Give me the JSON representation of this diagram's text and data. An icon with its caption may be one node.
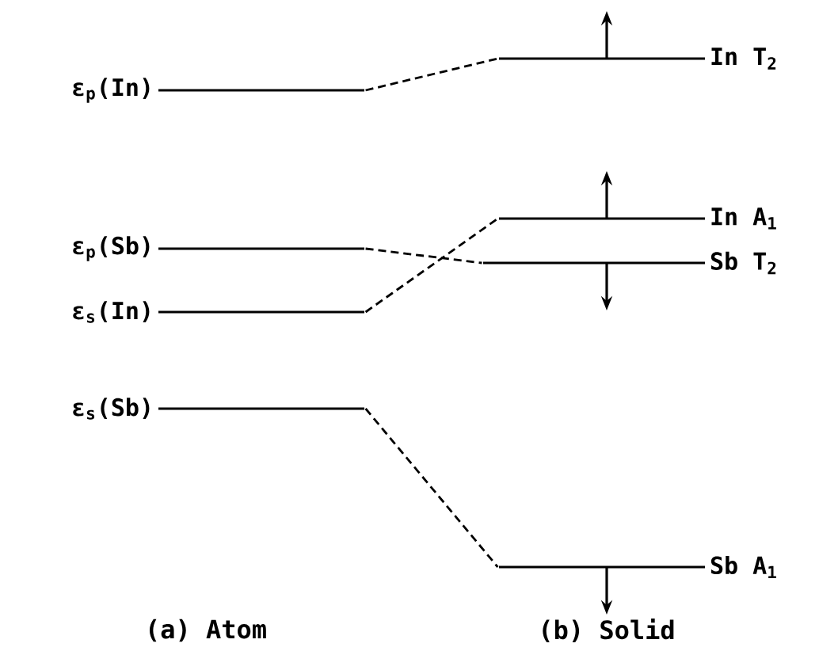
{
  "diagram": {
    "nodes": [
      {
        "text": [
          "ε$_{p}$(In)"
        ]
      },
      {
        "text": [
          "ε$_{p}$(Sb)"
        ]
      },
      {
        "text": [
          "ε$_{s}$(In)"
        ]
      },
      {
        "text": [
          "ε$_{s}$(Sb)"
        ]
      },
      {
        "text": [
          "In T$_{2}$"
        ]
      },
      {
        "text": [
          "In A$_{1}$"
        ]
      },
      {
        "text": [
          "Sb T$_{2}$"
        ]
      },
      {
        "text": [
          "Sb A$_{1}$"
        ]
      }
    ],
    "edges": [
      {
        "from": 0,
        "to": 4,
        "arrow": "none",
        "style": "dashed"
      },
      {
        "from": 1,
        "to": 6,
        "arrow": "none",
        "style": "dashed"
      },
      {
        "from": 2,
        "to": 5,
        "arrow": "none",
        "style": "dashed"
      },
      {
        "from": 3,
        "to": 7,
        "arrow": "none",
        "style": "dashed"
      }
    ],
    "labels": [
      "(a) Atom",
      "(b) Solid"
    ]
  }
}
